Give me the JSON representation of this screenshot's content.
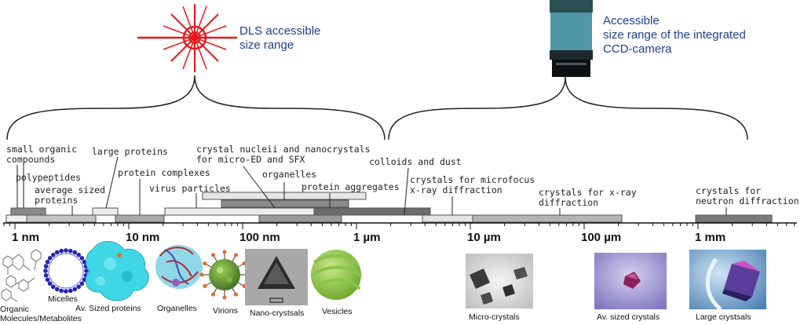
{
  "header": {
    "dls_label": "DLS accessible\nsize range",
    "ccd_label": "Accessible\nsize range of the integrated\nCCD-camera"
  },
  "bar_labels": {
    "small_organic": "small organic\ncompounds",
    "polypeptides": "polypeptides",
    "average_sized_proteins": "average sized\nproteins",
    "large_proteins": "large proteins",
    "protein_complexes": "protein complexes",
    "virus_particles": "virus particles",
    "crystal_nuclei": "crystal nucleii and nanocrystals\nfor micro-ED and SFX",
    "organelles": "organelles",
    "protein_aggregates": "protein aggregates",
    "colloids": "colloids and dust",
    "crystals_microfocus": "crystals for microfocus\nx-ray diffraction",
    "crystals_xray": "crystals for x-ray\ndiffraction",
    "crystals_neutron": "crystals for\nneutron diffraction"
  },
  "axis": {
    "ticks": [
      "1 nm",
      "10 nm",
      "100 nm",
      "1 µm",
      "10 µm",
      "100 µm",
      "1 mm"
    ]
  },
  "images": {
    "organic": "Organic\nMolecules/Metabolites",
    "micelles": "Micelles",
    "proteins": "Av. Sized proteins",
    "organelles": "Organelles",
    "virions": "Virions",
    "nano": "Nano-crystsals",
    "vesicles": "Vesicles",
    "micro_crystals": "Micro-crystals",
    "av_crystals": "Av. sized crystals",
    "large_crystals": "Large crystsals"
  }
}
